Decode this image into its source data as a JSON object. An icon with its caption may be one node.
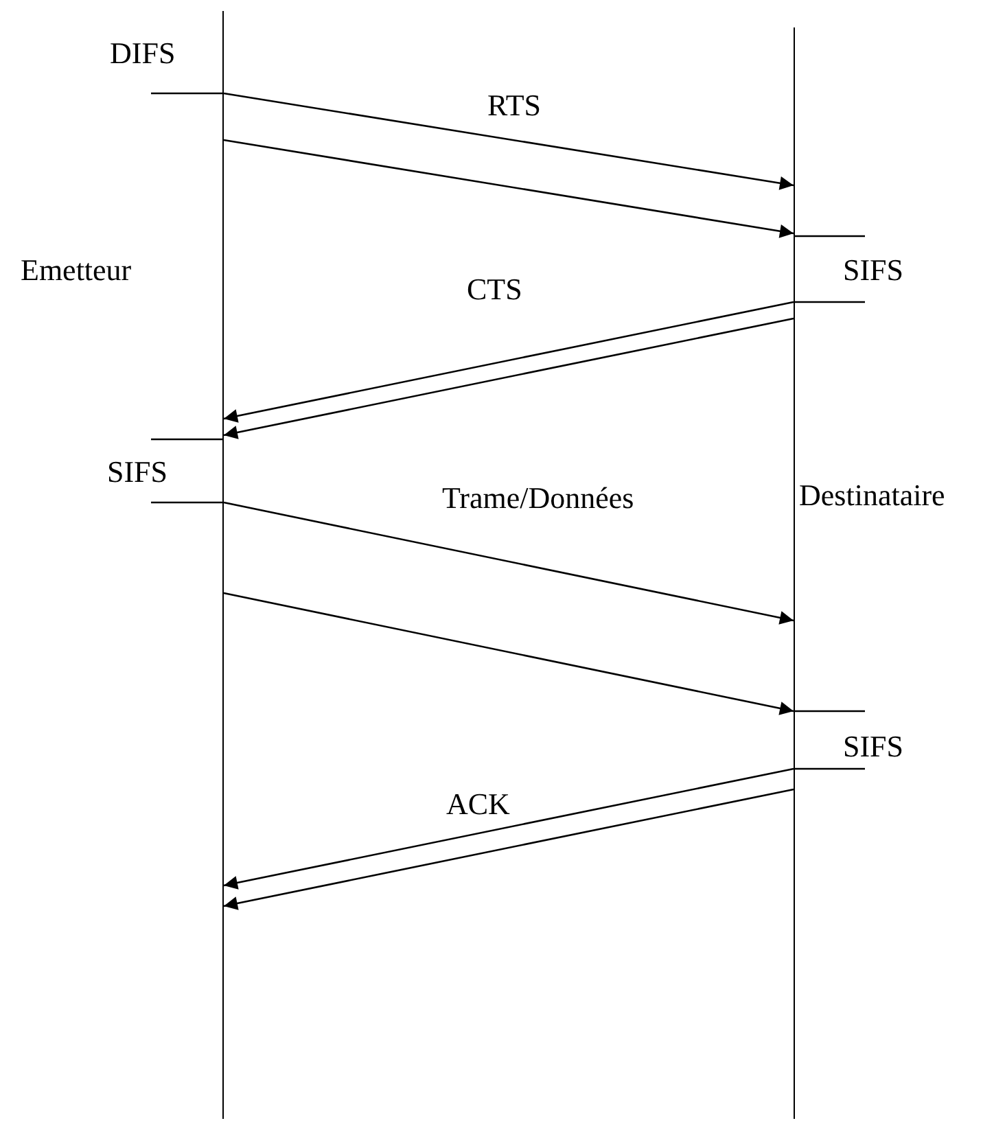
{
  "diagram": {
    "nodes": [
      {
        "text": [
          "Emetteur"
        ]
      },
      {
        "text": [
          "Destinataire"
        ]
      }
    ],
    "edges": [
      {
        "from": 0,
        "to": 1,
        "arrow": "to",
        "label": "RTS"
      },
      {
        "from": 0,
        "to": 1,
        "arrow": "to"
      },
      {
        "from": 1,
        "to": 0,
        "arrow": "to",
        "label": "CTS"
      },
      {
        "from": 1,
        "to": 0,
        "arrow": "to"
      },
      {
        "from": 0,
        "to": 1,
        "arrow": "to",
        "label": "Trame/Données"
      },
      {
        "from": 0,
        "to": 1,
        "arrow": "to"
      },
      {
        "from": 1,
        "to": 0,
        "arrow": "to",
        "label": "ACK"
      },
      {
        "from": 1,
        "to": 0,
        "arrow": "to"
      }
    ],
    "labels": [
      "DIFS",
      "SIFS",
      "SIFS",
      "SIFS"
    ]
  }
}
